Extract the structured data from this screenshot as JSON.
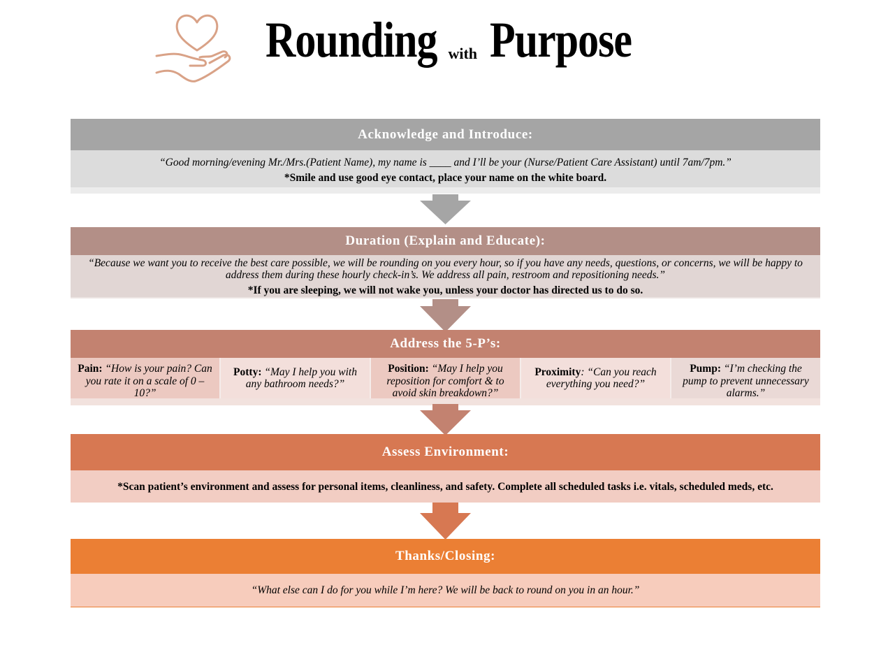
{
  "title": {
    "word1": "Rounding",
    "connector": "with",
    "word2": "Purpose",
    "logo_icon": "heart-in-hand-icon"
  },
  "colors": {
    "section1_header": "#a5a5a5",
    "section2_header": "#b38f87",
    "section3_header": "#c38270",
    "section4_header": "#d77852",
    "section5_header": "#eb7f34",
    "logo": "#d9a287"
  },
  "sections": {
    "acknowledge": {
      "header": "Acknowledge and Introduce:",
      "quote": "“Good morning/evening Mr./Mrs.(Patient Name), my name is ____ and I’ll be your (Nurse/Patient Care Assistant) until 7am/7pm.”",
      "note": "*Smile and use good eye contact, place your name on the white board."
    },
    "duration": {
      "header": "Duration (Explain and Educate):",
      "quote": "“Because we want you to receive the best care possible, we will be rounding on you every hour, so if you have any needs, questions, or concerns, we will be happy to address them during these hourly check-in’s. We address all pain, restroom and repositioning needs.”",
      "note": "*If you are sleeping, we will not wake you, unless your doctor has directed us to do so."
    },
    "five_ps": {
      "header": "Address the 5-P’s:",
      "items": [
        {
          "term": "Pain:",
          "text": " “How is your pain? Can you rate it on a scale of 0 – 10?”"
        },
        {
          "term": "Potty:",
          "text": " “May I help you with any bathroom needs?”"
        },
        {
          "term": "Position:",
          "text": " “May I help you reposition for comfort & to avoid skin breakdown?”"
        },
        {
          "term": "Proximity",
          "text": ": “Can you reach everything you need?”"
        },
        {
          "term": "Pump:",
          "text": " “I’m checking the pump to prevent unnecessary alarms.”"
        }
      ]
    },
    "environment": {
      "header": "Assess Environment:",
      "note": "*Scan patient’s environment and assess for personal items, cleanliness, and safety. Complete all scheduled tasks i.e. vitals, scheduled meds, etc."
    },
    "closing": {
      "header": "Thanks/Closing:",
      "quote": "“What else can I do for you while I’m here? We will be back to round on you in an hour.”"
    }
  }
}
